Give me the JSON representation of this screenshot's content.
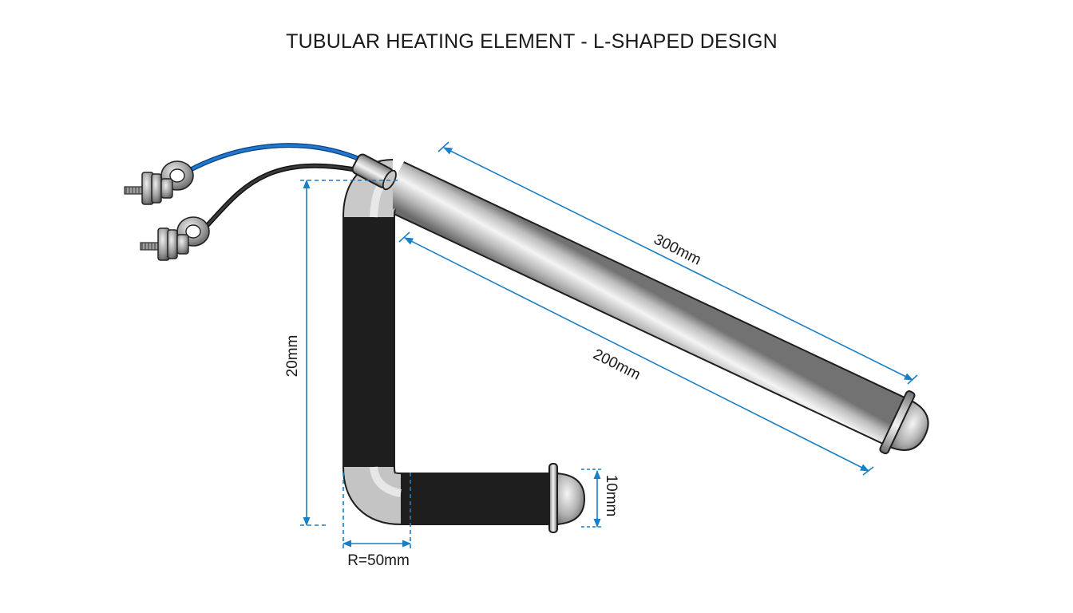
{
  "title": "TUBULAR HEATING ELEMENT - L-SHAPED DESIGN",
  "dimensions": {
    "long_arm": "300mm",
    "inner_arm": "200mm",
    "vertical_height": "20mm",
    "tube_diameter": "10mm",
    "bend_radius": "R=50mm"
  },
  "colors": {
    "dimension_line": "#1a7fc4",
    "tube_outline": "#1f1f1f",
    "wire_blue": "#1565c0",
    "wire_black": "#222222",
    "background": "#ffffff"
  },
  "icons": [
    "terminal-nut-icon",
    "terminal-nut-icon"
  ]
}
